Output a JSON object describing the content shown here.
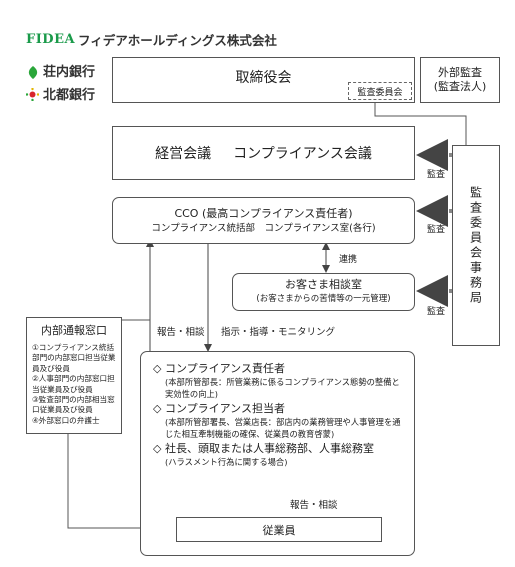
{
  "header": {
    "logo_mark": "FIDEA",
    "company_name": "フィデアホールディングス株式会社",
    "bank1": "荘内銀行",
    "bank2": "北都銀行",
    "colors": {
      "fidea_green": "#1a9a4a",
      "shonai_green": "#2aa63a",
      "hokuto_red": "#d8262d"
    }
  },
  "org": {
    "board": "取締役会",
    "audit_committee": "監査委員会",
    "external_audit_line1": "外部監査",
    "external_audit_line2": "(監査法人)",
    "mgmt_meeting": "経営会議",
    "compliance_meeting": "コンプライアンス会議",
    "cco_line1": "CCO (最高コンプライアンス責任者)",
    "cco_line2": "コンプライアンス統括部　コンプライアンス室(各行)",
    "renkei": "連携",
    "customer_room": "お客さま相談室",
    "customer_room_sub": "(お客さまからの苦情等の一元管理)",
    "audit_office": "監査委員会事務局",
    "kansa": "監査",
    "report": "報告・相談",
    "instruction": "指示・指導・モニタリング",
    "report2": "報告・相談",
    "employees": "従業員"
  },
  "whistle": {
    "title": "内部通報窓口",
    "items": [
      "①コンプライアンス統括部門の内部窓口担当従業員及び役員",
      "②人事部門の内部窓口担当従業員及び役員",
      "③監査部門の内部相当窓口従業員及び役員",
      "④外部窓口の弁護士"
    ]
  },
  "roles": {
    "r1_title": "◇ コンプライアンス責任者",
    "r1_desc": "(本部所管部長：所管業務に係るコンプライアンス態勢の整備と実効性の向上)",
    "r2_title": "◇ コンプライアンス担当者",
    "r2_desc": "(本部所管部署長、営業店長：部店内の業務管理や人事管理を通じた相互牽制機能の確保、従業員の教育啓蒙)",
    "r3_title": "◇ 社長、頭取または人事総務部、人事総務室",
    "r3_desc": "(ハラスメント行為に関する場合)"
  }
}
